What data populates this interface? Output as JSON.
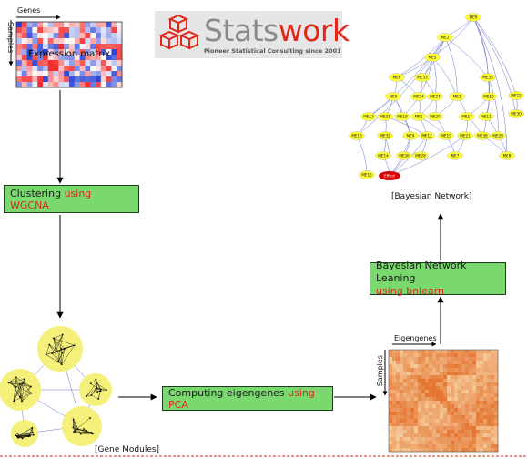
{
  "expression": {
    "genes_label": "Genes",
    "samples_label": "Samples",
    "title": "Expression matrix"
  },
  "logo": {
    "word_a": "Stats",
    "word_b": "work",
    "tagline": "Pioneer Statistical Consulting since 2001"
  },
  "steps": {
    "clustering": {
      "text": "Clustering ",
      "method": "using WGCNA"
    },
    "pca": {
      "text": "Computing eigengenes ",
      "method": "using PCA"
    },
    "bayes": {
      "text": "Bayesian Network Leaning",
      "method": "using bnlearn"
    }
  },
  "captions": {
    "gene_modules": "[Gene Modules]",
    "bayesian_network": "[Bayesian Network]",
    "eigengenes": "Eigengenes",
    "samples": "Samples"
  },
  "network": {
    "nodes": [
      "ME9",
      "ME2",
      "ME5",
      "ME33",
      "ME6",
      "ME35",
      "ME22",
      "ME0",
      "ME24",
      "ME27",
      "ME3",
      "ME10",
      "ME30",
      "ME13",
      "ME31",
      "ME18",
      "ME1",
      "ME29",
      "ME17",
      "ME11",
      "ME16",
      "ME32",
      "ME4",
      "ME12",
      "ME19",
      "ME21",
      "ME36",
      "ME20",
      "ME14",
      "ME26",
      "ME28",
      "ME7",
      "ME8",
      "ME15",
      "Effect"
    ],
    "effect_node": "Effect"
  },
  "colors": {
    "box_fill": "#79d96f",
    "method_text": "#e3261b",
    "node_fill": "#ffff33",
    "effect_fill": "#dd0000",
    "edge": "#6b73c9",
    "module_fill": "#f5f07a"
  }
}
